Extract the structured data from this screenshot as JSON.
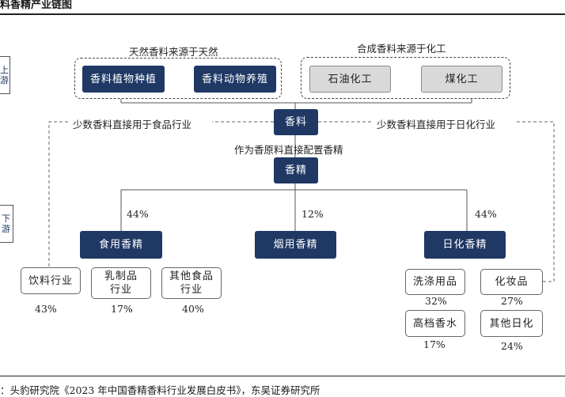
{
  "title": "料香精产业链图",
  "groups": {
    "natural_label": "天然香料来源于天然",
    "synthetic_label": "合成香料来源于化工"
  },
  "nodes": {
    "plant": "香料植物种植",
    "animal": "香料动物养殖",
    "petro": "石油化工",
    "coal": "煤化工",
    "spice": "香料",
    "essence": "香精",
    "food_essence": "食用香精",
    "tobacco_essence": "烟用香精",
    "daily_essence": "日化香精",
    "beverage": "饮料行业",
    "dairy": "乳制品\n行业",
    "other_food": "其他食品\n行业",
    "detergent": "洗涤用品",
    "cosmetics": "化妆品",
    "perfume": "高档香水",
    "other_daily": "其他日化"
  },
  "annotations": {
    "to_food": "少数香料直接用于食品行业",
    "to_daily": "少数香料直接用于日化行业",
    "to_essence": "作为香原料直接配置香精"
  },
  "percentages": {
    "food_essence": "44%",
    "tobacco_essence": "12%",
    "daily_essence": "44%",
    "beverage": "43%",
    "dairy": "17%",
    "other_food": "40%",
    "detergent": "32%",
    "cosmetics": "27%",
    "perfume": "17%",
    "other_daily": "24%"
  },
  "side_labels": {
    "top": "上\n游",
    "bottom": "下\n游"
  },
  "source": "：头豹研究院《2023 年中国香精香料行业发展白皮书》，东吴证券研究所",
  "colors": {
    "navy": "#1f3864",
    "grey_box": "#d9d9d9",
    "line": "#555555"
  }
}
